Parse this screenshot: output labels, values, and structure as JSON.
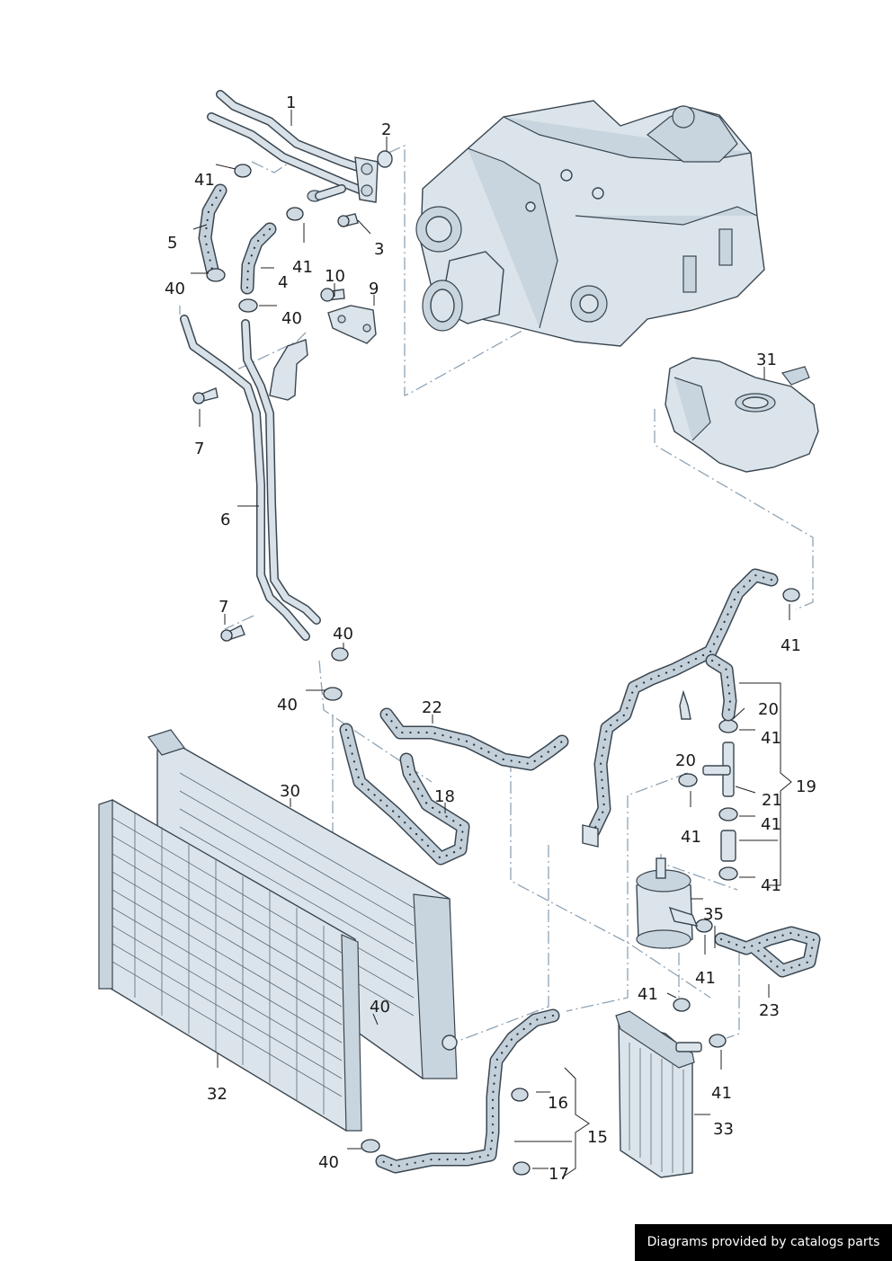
{
  "credit": "Diagrams provided by catalogs parts",
  "callouts": {
    "c1": "1",
    "c2": "2",
    "c3": "3",
    "c4": "4",
    "c5": "5",
    "c6": "6",
    "c7a": "7",
    "c7b": "7",
    "c9": "9",
    "c10": "10",
    "c15": "15",
    "c16": "16",
    "c17": "17",
    "c18": "18",
    "c19": "19",
    "c20a": "20",
    "c20b": "20",
    "c21": "21",
    "c22": "22",
    "c23": "23",
    "c30": "30",
    "c31": "31",
    "c32": "32",
    "c33": "33",
    "c35": "35",
    "c40a": "40",
    "c40b": "40",
    "c40c": "40",
    "c40d": "40",
    "c40e": "40",
    "c40f": "40",
    "c41a": "41",
    "c41b": "41",
    "c41c": "41",
    "c41d": "41",
    "c41e": "41",
    "c41f": "41",
    "c41g": "41",
    "c41h": "41",
    "c41i": "41",
    "c41j": "41"
  }
}
